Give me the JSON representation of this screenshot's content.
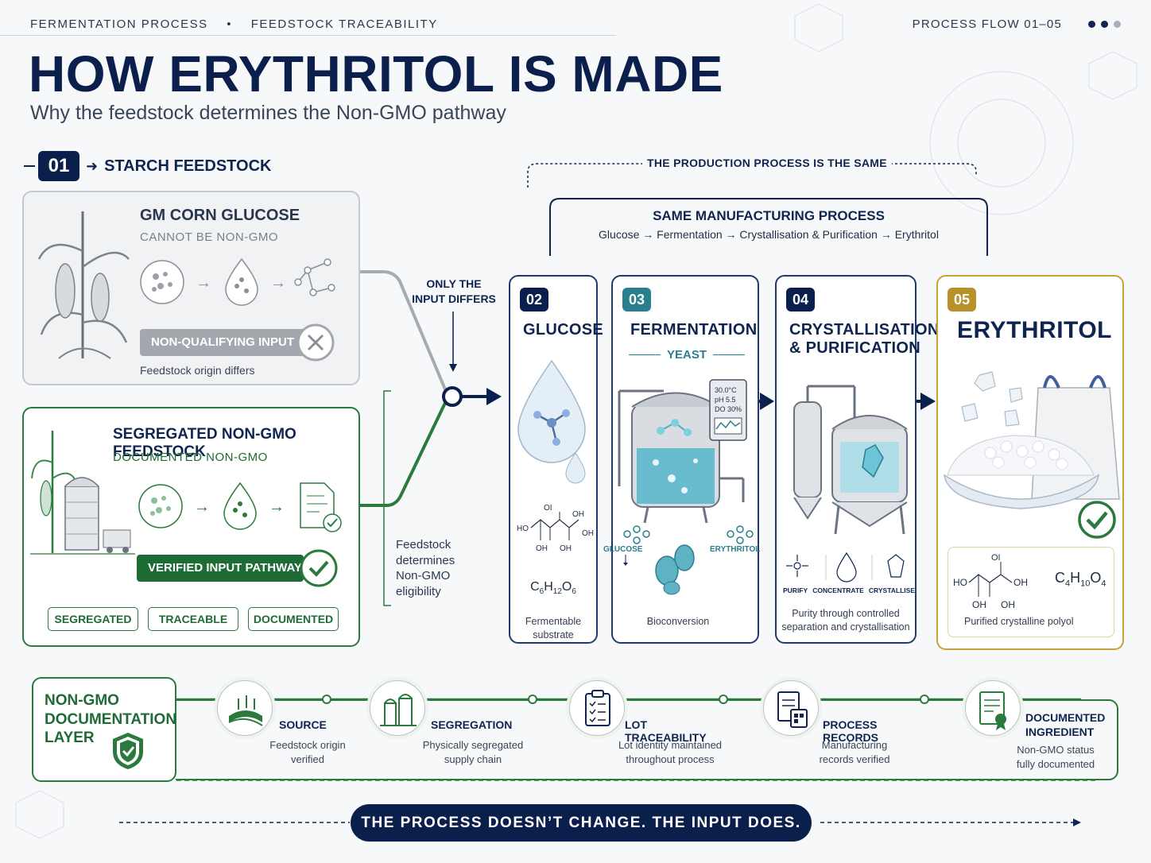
{
  "header": {
    "nav_left": "FERMENTATION PROCESS",
    "nav_sep": "•",
    "nav_right": "FEEDSTOCK TRACEABILITY",
    "process_flow": "PROCESS FLOW 01–05",
    "title": "HOW ERYTHRITOL IS MADE",
    "subtitle": "Why the feedstock determines the Non-GMO pathway"
  },
  "step1": {
    "number": "01",
    "label": "STARCH FEEDSTOCK"
  },
  "gm_card": {
    "title": "GM CORN GLUCOSE",
    "subtitle": "CANNOT BE NON-GMO",
    "status": "NON-QUALIFYING INPUT",
    "note": "Feedstock origin differs"
  },
  "nongmo_card": {
    "title": "SEGREGATED NON-GMO FEEDSTOCK",
    "subtitle": "DOCUMENTED NON-GMO",
    "status": "VERIFIED INPUT PATHWAY",
    "tags": [
      "SEGREGATED",
      "TRACEABLE",
      "DOCUMENTED"
    ]
  },
  "connector": {
    "only_line1": "ONLY THE",
    "only_line2": "INPUT DIFFERS",
    "determines": [
      "Feedstock",
      "determines",
      "Non-GMO",
      "eligibility"
    ]
  },
  "process_banner": {
    "top_label": "THE PRODUCTION PROCESS IS THE SAME",
    "title": "SAME MANUFACTURING PROCESS",
    "flow": "Glucose → Fermentation → Crystallisation & Purification → Erythritol"
  },
  "steps": [
    {
      "number": "02",
      "title": "GLUCOSE",
      "formula_html": "C6H12O6",
      "caption_1": "Fermentable",
      "caption_2": "substrate",
      "struct_labels": [
        "HO",
        "OH",
        "OH",
        "OH",
        "OH",
        "OI"
      ]
    },
    {
      "number": "03",
      "title": "FERMENTATION",
      "yeast": "YEAST",
      "reading_1": "30.0°C",
      "reading_2": "pH  5.5",
      "reading_3": "DO  30%",
      "left_label": "GLUCOSE",
      "right_label": "ERYTHRITOL",
      "caption_1": "Bioconversion"
    },
    {
      "number": "04",
      "title_1": "CRYSTALLISATION",
      "title_2": "& PURIFICATION",
      "icons": [
        "PURIFY",
        "CONCENTRATE",
        "CRYSTALLISE"
      ],
      "caption_1": "Purity through controlled",
      "caption_2": "separation and crystallisation"
    },
    {
      "number": "05",
      "title": "ERYTHRITOL",
      "formula": "C4H10O4",
      "caption_1": "Purified crystalline polyol",
      "struct_labels": [
        "HO",
        "OH",
        "OH",
        "OH",
        "OI"
      ]
    }
  ],
  "documentation": {
    "title_1": "NON-GMO",
    "title_2": "DOCUMENTATION",
    "title_3": "LAYER",
    "items": [
      {
        "title": "SOURCE",
        "line1": "Feedstock origin",
        "line2": "verified",
        "icon": "field-icon"
      },
      {
        "title": "SEGREGATION",
        "line1": "Physically segregated",
        "line2": "supply chain",
        "icon": "silo-icon"
      },
      {
        "title": "LOT TRACEABILITY",
        "line1": "Lot identity maintained",
        "line2": "throughout process",
        "icon": "checklist-icon"
      },
      {
        "title": "PROCESS RECORDS",
        "line1": "Manufacturing",
        "line2": "records verified",
        "icon": "records-icon"
      },
      {
        "title_1": "DOCUMENTED",
        "title_2": "INGREDIENT",
        "line1": "Non-GMO status",
        "line2": "fully documented",
        "icon": "certificate-icon"
      }
    ]
  },
  "footer": {
    "tagline": "THE PROCESS DOESN’T CHANGE. THE INPUT DOES."
  },
  "colors": {
    "navy": "#0b1f4d",
    "green": "#2a7a3d",
    "gold": "#c9a23d",
    "grey": "#9aa0a8"
  }
}
